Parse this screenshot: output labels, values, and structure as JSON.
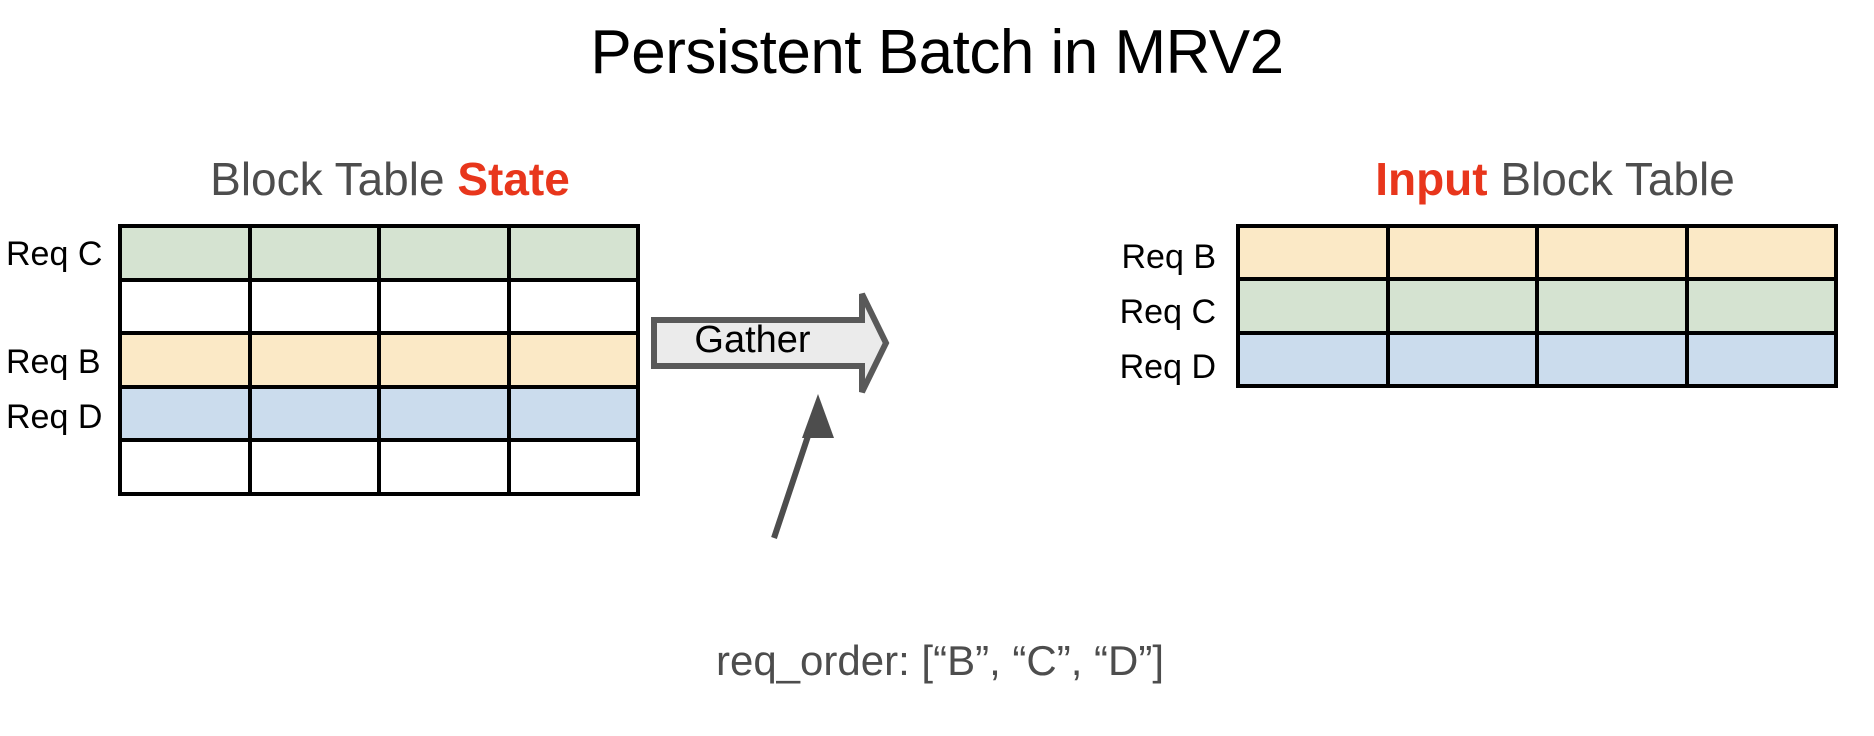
{
  "title": "Persistent Batch in MRV2",
  "colors": {
    "accent_red": "#e8361c",
    "heading_gray": "#4d4d4d",
    "green": "#d5e3d1",
    "yellow": "#fbe9c6",
    "blue": "#cbdced",
    "white": "#ffffff",
    "border": "#000000",
    "arrow_fill": "#ebebeb",
    "arrow_stroke": "#595959"
  },
  "left_panel": {
    "heading_prefix": "Block Table ",
    "heading_accent": "State",
    "columns": 4,
    "rows": [
      {
        "label": "Req C",
        "color": "green",
        "hex": "#d5e3d1"
      },
      {
        "label": "",
        "color": "white",
        "hex": "#ffffff"
      },
      {
        "label": "Req B",
        "color": "yellow",
        "hex": "#fbe9c6"
      },
      {
        "label": "Req D",
        "color": "blue",
        "hex": "#cbdced"
      },
      {
        "label": "",
        "color": "white",
        "hex": "#ffffff"
      }
    ]
  },
  "transform": {
    "label": "Gather",
    "icon": "right-block-arrow-icon"
  },
  "right_panel": {
    "heading_accent": "Input",
    "heading_suffix": " Block Table",
    "columns": 4,
    "rows": [
      {
        "label": "Req B",
        "color": "yellow",
        "hex": "#fbe9c6"
      },
      {
        "label": "Req C",
        "color": "green",
        "hex": "#d5e3d1"
      },
      {
        "label": "Req D",
        "color": "blue",
        "hex": "#cbdced"
      }
    ]
  },
  "callout": {
    "caption": "req_order: [“B”, “C”, “D”]",
    "icon": "up-arrow-icon"
  }
}
